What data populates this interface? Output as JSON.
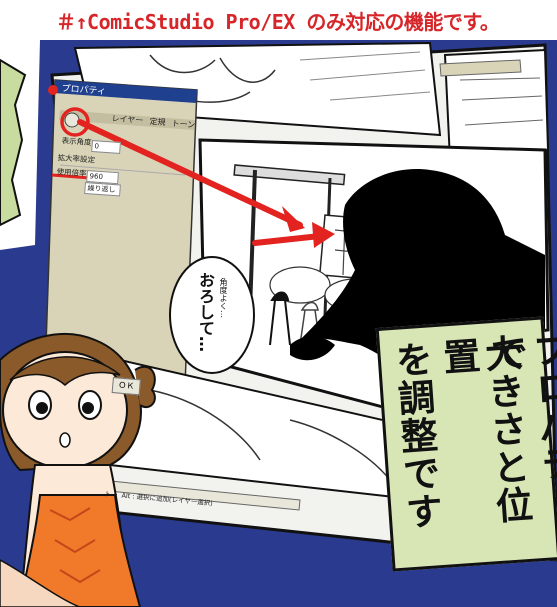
{
  "header": {
    "text": "＃↑ComicStudio Pro/EX のみ対応の機能です。"
  },
  "properties_window": {
    "title": "プロパティ",
    "tabs": [
      "レイヤー",
      "定規",
      "トーン"
    ],
    "fields": [
      {
        "label": "表示角度",
        "value": "0"
      },
      {
        "label": "拡大率設定",
        "value": ""
      },
      {
        "label": "使用倍率",
        "value": "960"
      }
    ],
    "dropdown_value": "繰り返し",
    "button_label": "ＯＫ",
    "status_text": "ト ・ Alt : 選択に追加(レイヤー選択)"
  },
  "speech_bubble": {
    "line1": "角度よく…",
    "line2": "おろして…"
  },
  "caption": {
    "col1": "プロパティで",
    "col2": "大きさと位置",
    "col3": "を調整です"
  },
  "colors": {
    "header_red": "#d6262a",
    "arrow_red": "#e2231f",
    "caption_green": "#d8e6b6",
    "side_green": "#c9dca0",
    "window_olive": "#d9d4b8",
    "titlebar_blue": "#1f3f8f",
    "bg_blue": "#2a3b8f"
  }
}
